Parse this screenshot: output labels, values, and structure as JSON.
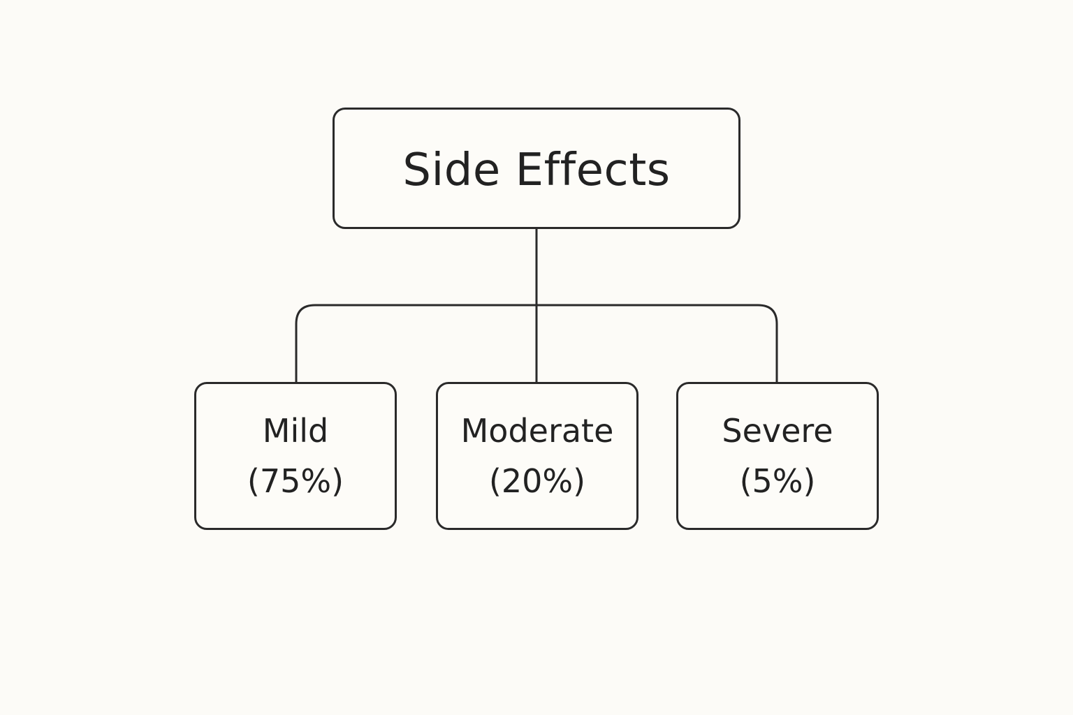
{
  "diagram": {
    "root": {
      "label": "Side Effects"
    },
    "children": [
      {
        "name": "Mild",
        "percent": "(75%)"
      },
      {
        "name": "Moderate",
        "percent": "(20%)"
      },
      {
        "name": "Severe",
        "percent": "(5%)"
      }
    ],
    "colors": {
      "background": "#fcfbf7",
      "stroke": "#2a2a2a",
      "text": "#222222"
    }
  }
}
